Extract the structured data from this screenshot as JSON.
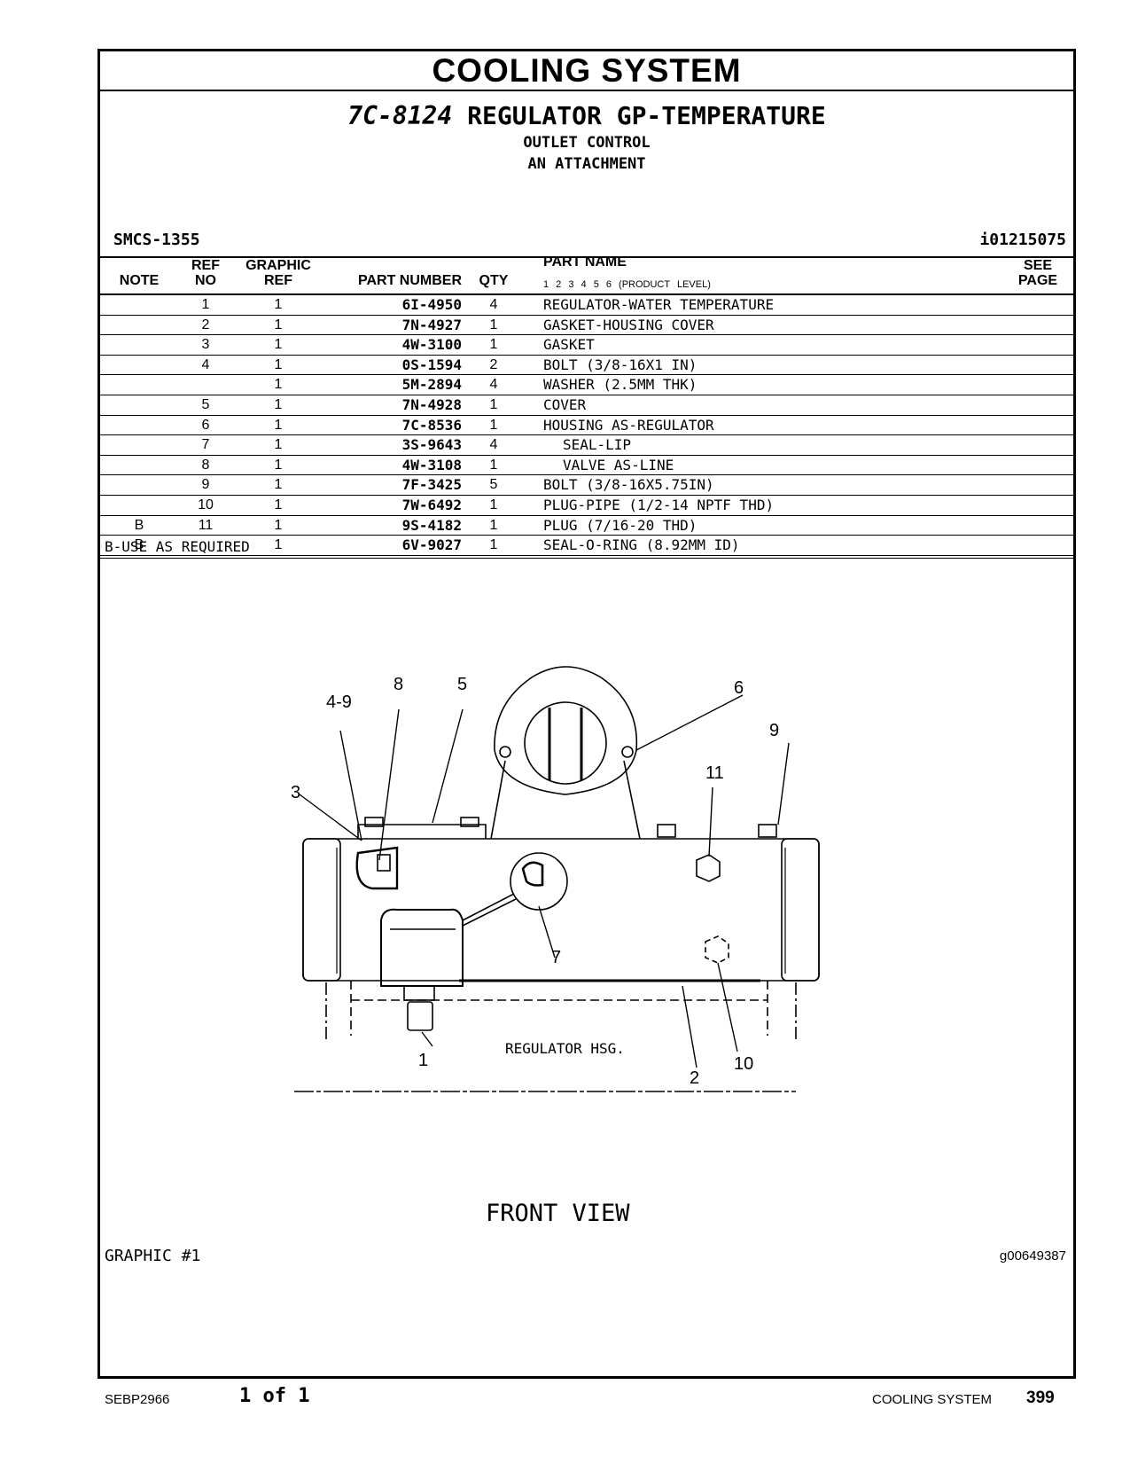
{
  "banner": "COOLING SYSTEM",
  "group": {
    "part_number": "7C-8124",
    "name": "REGULATOR GP-TEMPERATURE",
    "line2": "OUTLET CONTROL",
    "line3": "AN ATTACHMENT"
  },
  "smcs": "SMCS-1355",
  "doc_id": "i01215075",
  "table": {
    "headers": {
      "note": "NOTE",
      "ref_top": "REF",
      "ref_bottom": "NO",
      "graphic_top": "GRAPHIC",
      "graphic_bottom": "REF",
      "part_number": "PART NUMBER",
      "qty": "QTY",
      "part_name": "PART NAME",
      "levels": "1 2 3 4 5 6 (PRODUCT LEVEL)",
      "see_top": "SEE",
      "see_bottom": "PAGE"
    },
    "rows": [
      {
        "note": "",
        "ref": "1",
        "graphic": "1",
        "part": "6I-4950",
        "qty": "4",
        "name": "REGULATOR-WATER TEMPERATURE"
      },
      {
        "note": "",
        "ref": "2",
        "graphic": "1",
        "part": "7N-4927",
        "qty": "1",
        "name": "GASKET-HOUSING COVER"
      },
      {
        "note": "",
        "ref": "3",
        "graphic": "1",
        "part": "4W-3100",
        "qty": "1",
        "name": "GASKET"
      },
      {
        "note": "",
        "ref": "4",
        "graphic": "1",
        "part": "0S-1594",
        "qty": "2",
        "name": "BOLT (3/8-16X1 IN)"
      },
      {
        "note": "",
        "ref": "",
        "graphic": "1",
        "part": "5M-2894",
        "qty": "4",
        "name": "WASHER (2.5MM THK)"
      },
      {
        "note": "",
        "ref": "5",
        "graphic": "1",
        "part": "7N-4928",
        "qty": "1",
        "name": "COVER"
      },
      {
        "note": "",
        "ref": "6",
        "graphic": "1",
        "part": "7C-8536",
        "qty": "1",
        "name": "HOUSING AS-REGULATOR"
      },
      {
        "note": "",
        "ref": "7",
        "graphic": "1",
        "part": "3S-9643",
        "qty": "4",
        "name": "SEAL-LIP"
      },
      {
        "note": "",
        "ref": "8",
        "graphic": "1",
        "part": "4W-3108",
        "qty": "1",
        "name": "VALVE AS-LINE"
      },
      {
        "note": "",
        "ref": "9",
        "graphic": "1",
        "part": "7F-3425",
        "qty": "5",
        "name": "BOLT (3/8-16X5.75IN)"
      },
      {
        "note": "",
        "ref": "10",
        "graphic": "1",
        "part": "7W-6492",
        "qty": "1",
        "name": "PLUG-PIPE (1/2-14 NPTF THD)"
      },
      {
        "note": "B",
        "ref": "11",
        "graphic": "1",
        "part": "9S-4182",
        "qty": "1",
        "name": "PLUG (7/16-20 THD)"
      },
      {
        "note": "B",
        "ref": "",
        "graphic": "1",
        "part": "6V-9027",
        "qty": "1",
        "name": "SEAL-O-RING (8.92MM ID)"
      }
    ]
  },
  "footnote": "B-USE AS REQUIRED",
  "drawing": {
    "callouts": {
      "c49": "4-9",
      "c8": "8",
      "c5": "5",
      "c6": "6",
      "c9": "9",
      "c11": "11",
      "c3": "3",
      "c7": "7",
      "c1": "1",
      "c2": "2",
      "c10": "10"
    },
    "housing_label": "REGULATOR HSG.",
    "view_label": "FRONT VIEW"
  },
  "graphic_label": "GRAPHIC #1",
  "graphic_id": "g00649387",
  "footer": {
    "doc": "SEBP2966",
    "page_count": "1 of 1",
    "section": "COOLING SYSTEM",
    "page": "399"
  }
}
